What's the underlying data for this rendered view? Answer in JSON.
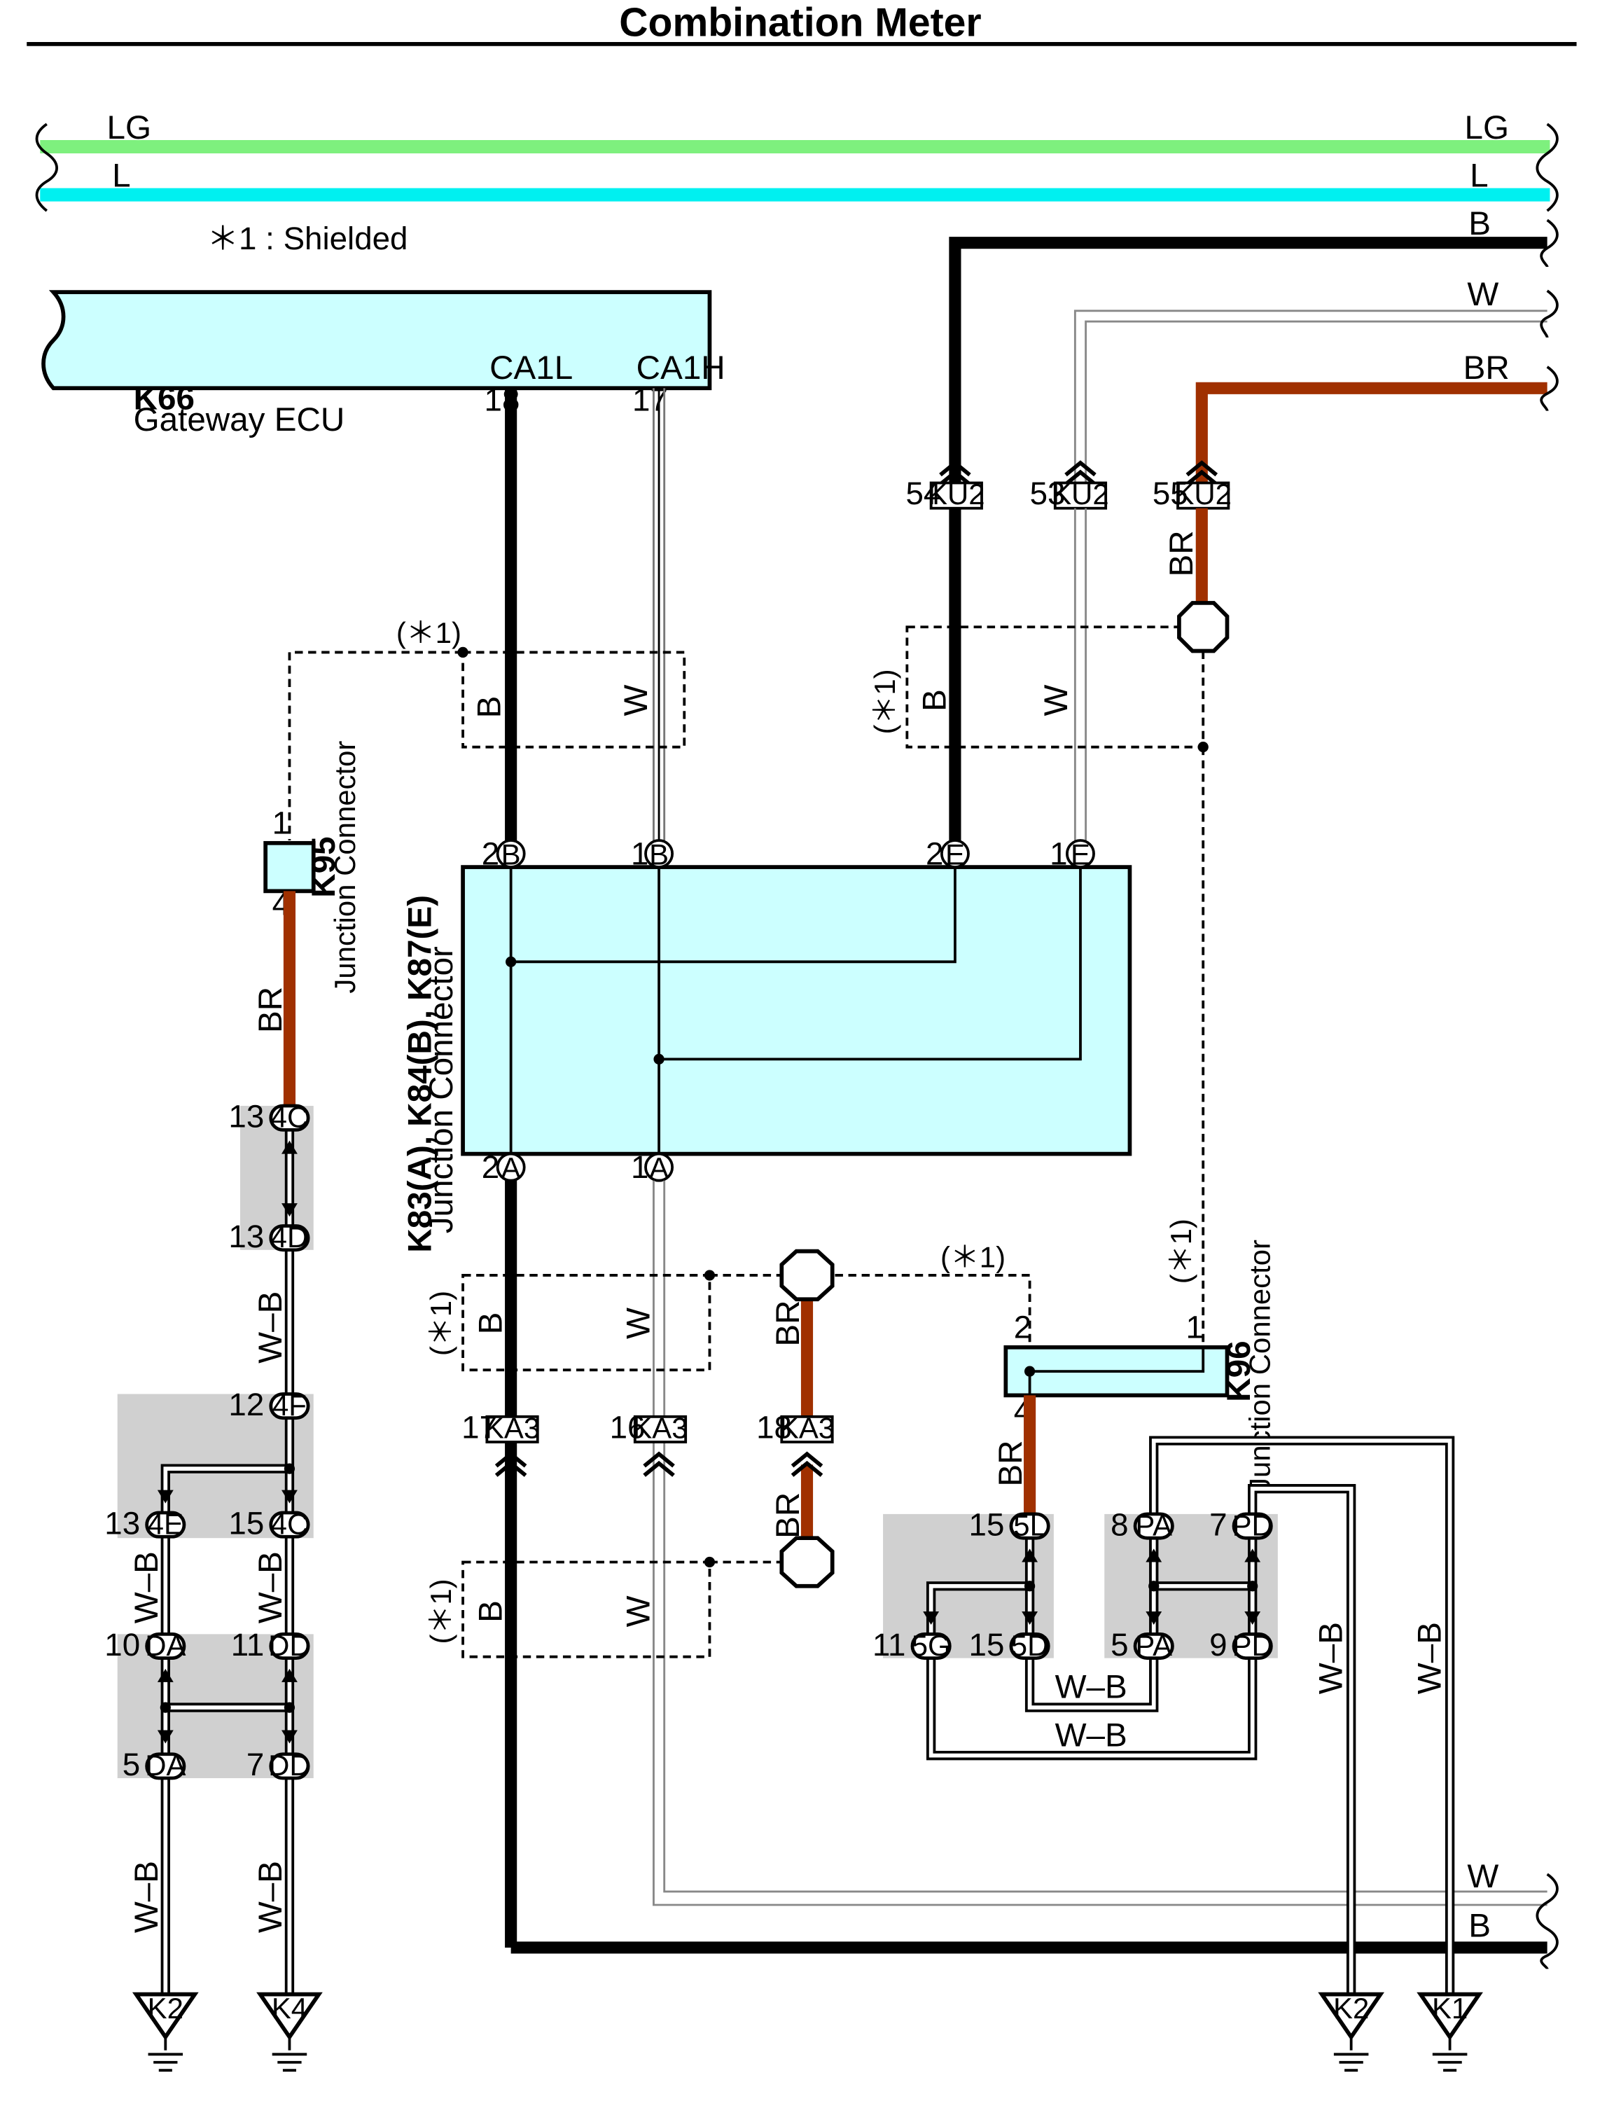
{
  "title": "Combination Meter",
  "note": "＊1 : Shielded",
  "shield_tag": "(＊1)",
  "bus": [
    {
      "label": "LG",
      "color": "#7ef07e"
    },
    {
      "label": "L",
      "color": "#00f0f0"
    }
  ],
  "right_edge_wires": {
    "b_top": "B",
    "w_top": "W",
    "br_top": "BR",
    "w_bottom": "W",
    "b_bottom": "B"
  },
  "gateway_ecu": {
    "id": "K66",
    "name": "Gateway ECU",
    "fill": "#ccffff",
    "pins": [
      {
        "signal": "CA1L",
        "pin": "18"
      },
      {
        "signal": "CA1H",
        "pin": "17"
      }
    ]
  },
  "ku2_connectors": [
    {
      "pin": "54",
      "code": "KU2"
    },
    {
      "pin": "53",
      "code": "KU2"
    },
    {
      "pin": "55",
      "code": "KU2"
    }
  ],
  "ka3_connectors": [
    {
      "pin": "17",
      "code": "KA3"
    },
    {
      "pin": "16",
      "code": "KA3"
    },
    {
      "pin": "18",
      "code": "KA3"
    }
  ],
  "junction_main": {
    "id": "K83(A), K84(B), K87(E)",
    "name": "Junction Connector",
    "top_pins": [
      {
        "pin": "2",
        "letter": "B"
      },
      {
        "pin": "1",
        "letter": "B"
      },
      {
        "pin": "2",
        "letter": "E"
      },
      {
        "pin": "1",
        "letter": "E"
      }
    ],
    "bottom_pins": [
      {
        "pin": "2",
        "letter": "A"
      },
      {
        "pin": "1",
        "letter": "A"
      }
    ]
  },
  "k95": {
    "id": "K95",
    "name": "Junction Connector",
    "pin_top": "1",
    "pin_bottom": "4"
  },
  "k96": {
    "id": "K96",
    "name": "Junction Connector",
    "pin_left": "2",
    "pin_right": "1",
    "pin_bottom": "4"
  },
  "wire_colors": {
    "b": "B",
    "w": "W",
    "br": "BR",
    "wb": "W–B"
  },
  "colors": {
    "br": "#a03000",
    "b": "#000000",
    "connector_fill": "#ccffff",
    "splice_bg": "#d0d0d0"
  },
  "left_column": [
    {
      "pin": "13",
      "code": "4C"
    },
    {
      "pin": "13",
      "code": "4D"
    },
    {
      "pin": "12",
      "code": "4F"
    },
    {
      "pin": "13",
      "code": "4E"
    },
    {
      "pin": "15",
      "code": "4C"
    },
    {
      "pin": "10",
      "code": "DA"
    },
    {
      "pin": "11",
      "code": "DD"
    },
    {
      "pin": "5",
      "code": "DA"
    },
    {
      "pin": "7",
      "code": "DD"
    }
  ],
  "right_group": [
    {
      "pin": "15",
      "code": "5L"
    },
    {
      "pin": "11",
      "code": "5G"
    },
    {
      "pin": "15",
      "code": "5D"
    },
    {
      "pin": "8",
      "code": "PA"
    },
    {
      "pin": "7",
      "code": "PD"
    },
    {
      "pin": "5",
      "code": "PA"
    },
    {
      "pin": "9",
      "code": "PD"
    }
  ],
  "grounds": [
    "K2",
    "K4",
    "K2",
    "K1"
  ]
}
